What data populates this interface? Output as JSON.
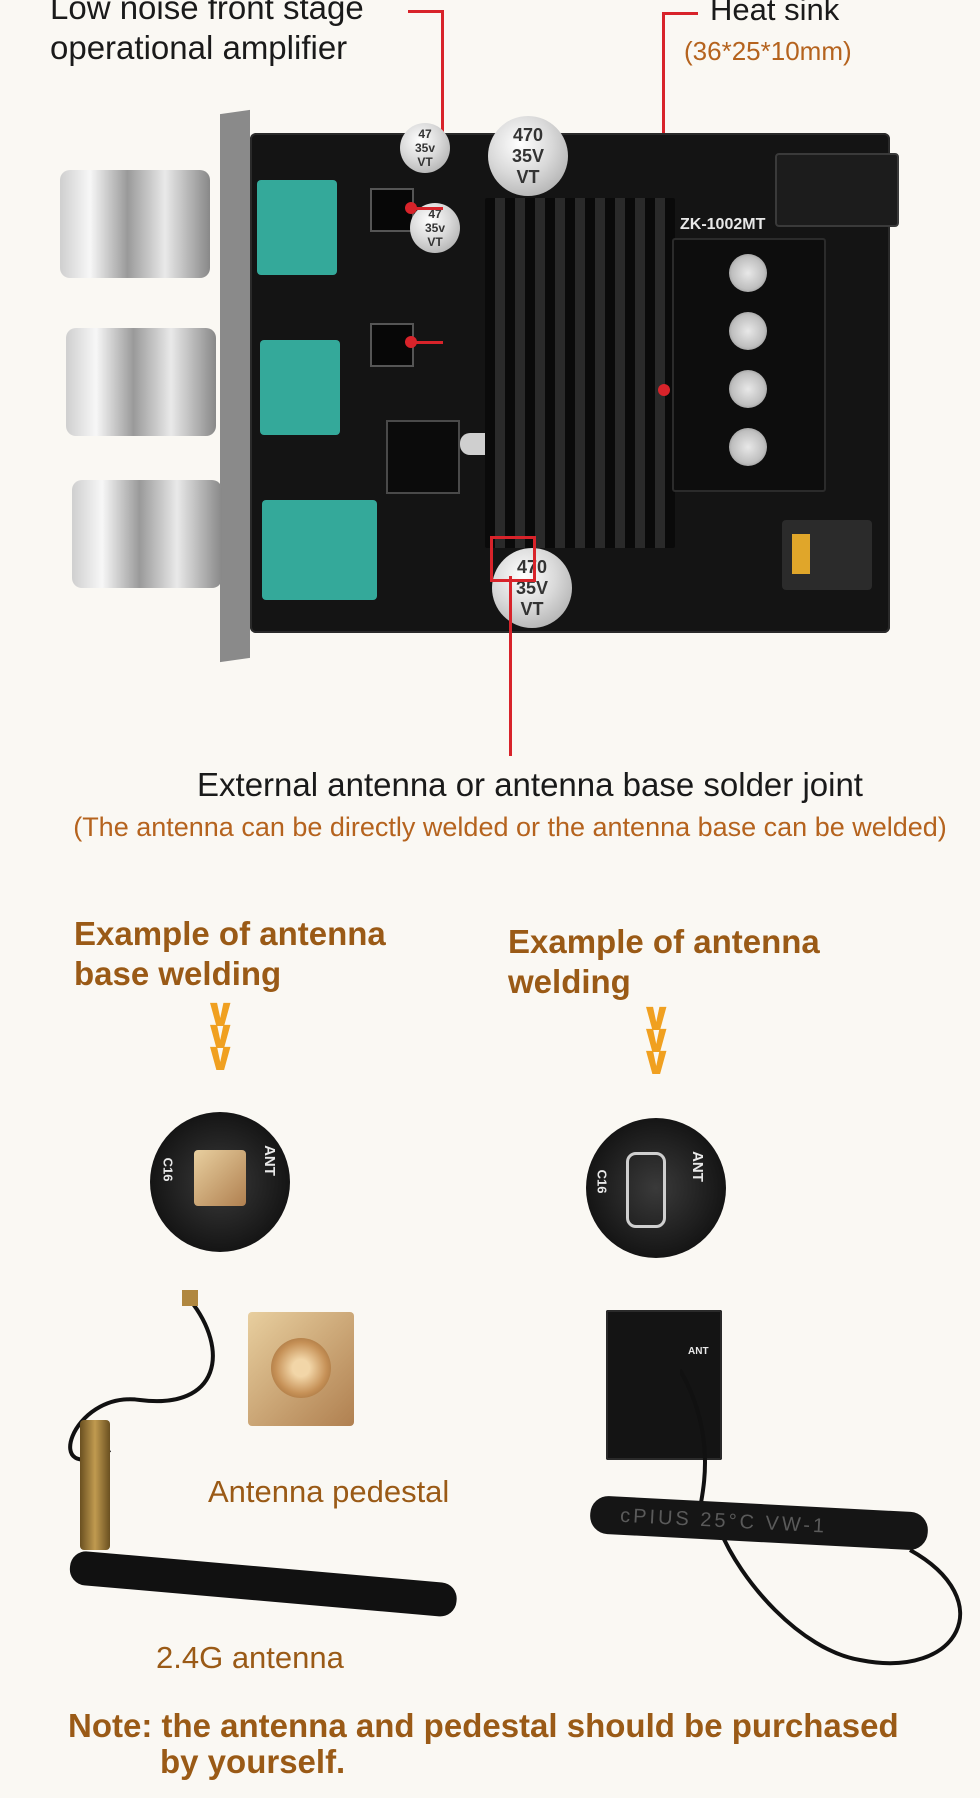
{
  "callouts": {
    "front_stage_line1": "Low noise front stage",
    "front_stage_line2": "operational amplifier",
    "heat_sink": "Heat sink",
    "heat_sink_size": "(36*25*10mm)",
    "antenna_joint": "External antenna or antenna base solder joint",
    "antenna_joint_note": "(The antenna can be directly welded or the antenna base can be welded)"
  },
  "board": {
    "cap1": "470\n35V\nVT",
    "cap2": "470\n35V\nVT",
    "cap_small1": "47\n35v\nVT",
    "cap_small2": "47\n35v\nVT",
    "model": "ZK-1002MT"
  },
  "examples": {
    "left_line1": "Example of antenna",
    "left_line2": "base welding",
    "right_line1": "Example of antenna",
    "right_line2": "welding",
    "pcb_label": "ANT",
    "pcb_label2": "C16"
  },
  "parts": {
    "pedestal": "Antenna pedestal",
    "antenna": "2.4G antenna",
    "cable_print": "cPIUS  25°C  VW-1"
  },
  "note": {
    "line1": "Note: the antenna and pedestal should be purchased",
    "line2": "by yourself."
  },
  "colors": {
    "accent_red": "#d8232a",
    "brown": "#9a5a16",
    "chevron": "#f0a020",
    "pcb": "#141414",
    "pot": "#34a99a"
  }
}
